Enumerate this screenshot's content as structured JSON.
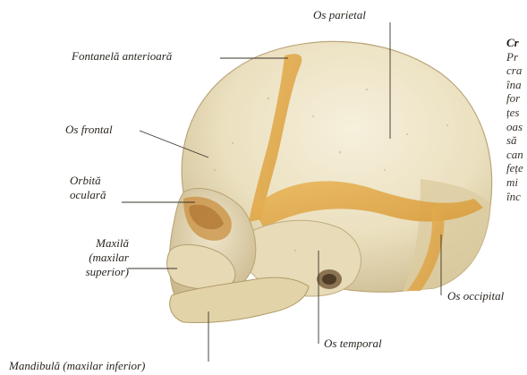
{
  "labels": {
    "os_parietal": "Os parietal",
    "fontanela_anterioara": "Fontanelă anterioară",
    "os_frontal": "Os frontal",
    "orbita_line1": "Orbită",
    "orbita_line2": "oculară",
    "maxila_line1": "Maxilă",
    "maxila_line2": "(maxilar",
    "maxila_line3": "superior)",
    "mandibula": "Mandibulă (maxilar inferior)",
    "os_temporal": "Os temporal",
    "os_occipital": "Os occipital"
  },
  "side_text": {
    "title": "Cr",
    "lines": [
      "Pr",
      "cra",
      "îna",
      "for",
      "țes",
      "oas",
      "să",
      "can",
      "fețe",
      "mi",
      "înc"
    ]
  }
}
